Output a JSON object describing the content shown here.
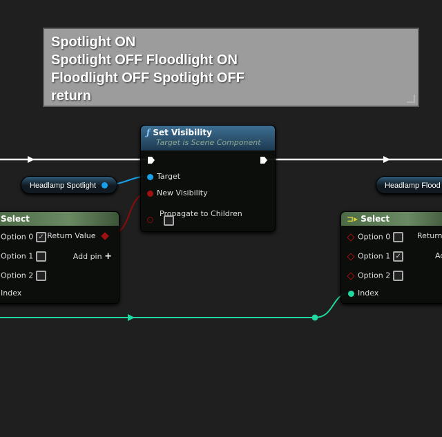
{
  "comment": {
    "lines": [
      "Spotlight ON",
      "Spotlight OFF Floodlight ON",
      "Floodlight OFF Spotlight OFF",
      "return"
    ]
  },
  "set_visibility": {
    "title": "Set Visibility",
    "subtitle": "Target is Scene Component",
    "icon": "function-icon",
    "pins": {
      "target": "Target",
      "new_visibility": "New Visibility",
      "propagate": "Propagate to Children"
    },
    "propagate_checked": false
  },
  "var_spotlight": {
    "label": "Headlamp Spotlight"
  },
  "var_flood": {
    "label": "Headlamp Flood"
  },
  "select_left": {
    "title": "Select",
    "options": [
      {
        "label": "Option 0",
        "checked": true
      },
      {
        "label": "Option 1",
        "checked": false
      },
      {
        "label": "Option 2",
        "checked": false
      }
    ],
    "index": "Index",
    "return": "Return Value",
    "add_pin": "Add pin"
  },
  "select_right": {
    "title": "Select",
    "options": [
      {
        "label": "Option 0",
        "checked": false
      },
      {
        "label": "Option 1",
        "checked": true
      },
      {
        "label": "Option 2",
        "checked": false
      }
    ],
    "index": "Index",
    "return": "Return V",
    "add_pin": "Ad"
  },
  "colors": {
    "exec": "#ffffff",
    "object": "#1aa0e8",
    "bool": "#a01010",
    "int": "#1fd9a0",
    "function_header": "#3e6f93",
    "select_header": "#5a7a55"
  }
}
